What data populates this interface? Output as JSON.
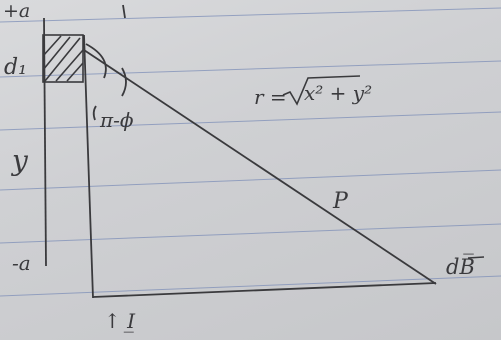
{
  "labels": {
    "plus_a": "+a",
    "d1": "d₁",
    "y": "y",
    "minus_a": "-a",
    "angle": "π-ϕ",
    "r_prefix": "r =",
    "r_radicand": "x² + y²",
    "p": "P",
    "dB": "dB̅",
    "current": "↑ I̲"
  },
  "colors": {
    "paper": "#d0d1d4",
    "ruled_line": "#7e8fb8",
    "ink": "#3a3a3d"
  }
}
